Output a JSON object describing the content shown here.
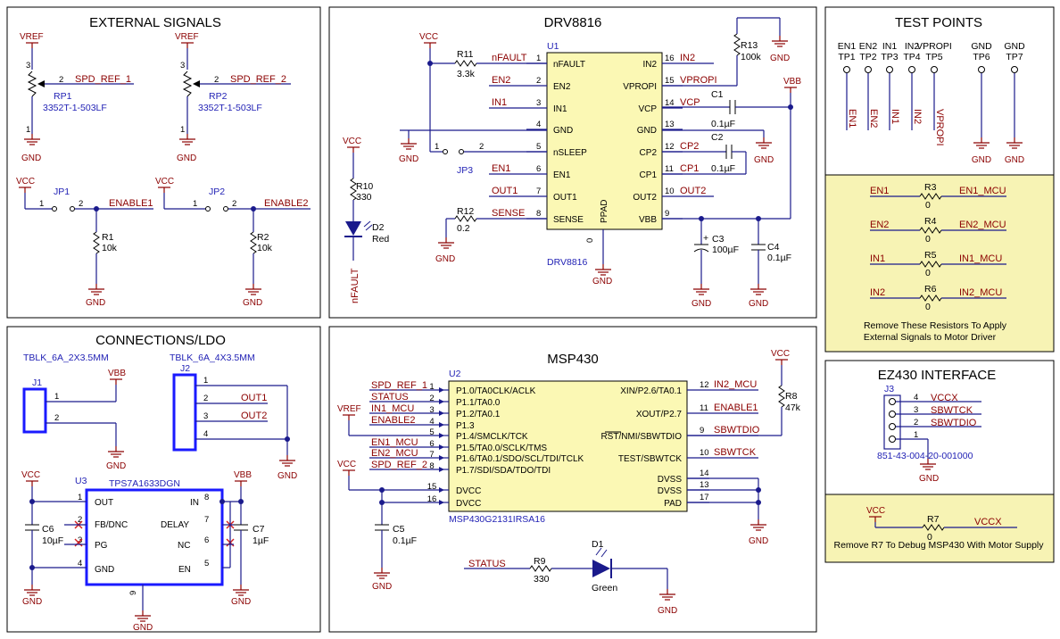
{
  "panels": {
    "external_signals": "EXTERNAL SIGNALS",
    "drv8816": "DRV8816",
    "test_points": "TEST POINTS",
    "connections_ldo": "CONNECTIONS/LDO",
    "msp430": "MSP430",
    "ez430_interface": "EZ430 INTERFACE"
  },
  "rails": {
    "vref": "VREF",
    "vcc": "VCC",
    "vbb": "VBB",
    "gnd": "GND"
  },
  "external_signals": {
    "rp1": {
      "ref": "RP1",
      "part": "3352T-1-503LF",
      "net": "SPD_REF_1",
      "pin_top": "3",
      "pin_wiper": "2",
      "pin_bottom": "1"
    },
    "rp2": {
      "ref": "RP2",
      "part": "3352T-1-503LF",
      "net": "SPD_REF_2",
      "pin_top": "3",
      "pin_wiper": "2",
      "pin_bottom": "1"
    },
    "jp1": {
      "ref": "JP1",
      "net": "ENABLE1",
      "pin1": "1",
      "pin2": "2"
    },
    "jp2": {
      "ref": "JP2",
      "net": "ENABLE2",
      "pin1": "1",
      "pin2": "2"
    },
    "r1": {
      "ref": "R1",
      "value": "10k"
    },
    "r2": {
      "ref": "R2",
      "value": "10k"
    }
  },
  "drv8816": {
    "ref": "U1",
    "part": "DRV8816",
    "pad_label": "PPAD",
    "pad_pin": "0",
    "left_pins": [
      {
        "num": "1",
        "name": "nFAULT",
        "net": "nFAULT"
      },
      {
        "num": "2",
        "name": "EN2",
        "net": "EN2"
      },
      {
        "num": "3",
        "name": "IN1",
        "net": "IN1"
      },
      {
        "num": "4",
        "name": "GND",
        "net": ""
      },
      {
        "num": "5",
        "name": "nSLEEP",
        "net": ""
      },
      {
        "num": "6",
        "name": "EN1",
        "net": "EN1"
      },
      {
        "num": "7",
        "name": "OUT1",
        "net": "OUT1"
      },
      {
        "num": "8",
        "name": "SENSE",
        "net": "SENSE"
      }
    ],
    "right_pins": [
      {
        "num": "16",
        "name": "IN2",
        "net": "IN2"
      },
      {
        "num": "15",
        "name": "VPROPI",
        "net": "VPROPI"
      },
      {
        "num": "14",
        "name": "VCP",
        "net": "VCP"
      },
      {
        "num": "13",
        "name": "GND",
        "net": ""
      },
      {
        "num": "12",
        "name": "CP2",
        "net": "CP2"
      },
      {
        "num": "11",
        "name": "CP1",
        "net": "CP1"
      },
      {
        "num": "10",
        "name": "OUT2",
        "net": "OUT2"
      },
      {
        "num": "9",
        "name": "VBB",
        "net": ""
      }
    ],
    "r11": {
      "ref": "R11",
      "value": "3.3k"
    },
    "r12": {
      "ref": "R12",
      "value": "0.2"
    },
    "r13": {
      "ref": "R13",
      "value": "100k"
    },
    "r10": {
      "ref": "R10",
      "value": "330"
    },
    "d2": {
      "ref": "D2",
      "value": "Red",
      "net": "nFAULT"
    },
    "jp3": {
      "ref": "JP3",
      "pin1": "1",
      "pin2": "2"
    },
    "c1": {
      "ref": "C1",
      "value": "0.1µF"
    },
    "c2": {
      "ref": "C2",
      "value": "0.1µF"
    },
    "c3": {
      "ref": "C3",
      "value": "100µF",
      "polarity": "+"
    },
    "c4": {
      "ref": "C4",
      "value": "0.1µF"
    }
  },
  "test_points": {
    "items": [
      {
        "ref": "TP1",
        "label": "EN1",
        "net": "EN1"
      },
      {
        "ref": "TP2",
        "label": "EN2",
        "net": "EN2"
      },
      {
        "ref": "TP3",
        "label": "IN1",
        "net": "IN1"
      },
      {
        "ref": "TP4",
        "label": "IN2",
        "net": "IN2"
      },
      {
        "ref": "TP5",
        "label": "VPROPI",
        "net": "VPROPI"
      },
      {
        "ref": "TP6",
        "label": "GND",
        "net": "GND"
      },
      {
        "ref": "TP7",
        "label": "GND",
        "net": "GND"
      }
    ],
    "resistors": [
      {
        "ref": "R3",
        "value": "0",
        "left": "EN1",
        "right": "EN1_MCU"
      },
      {
        "ref": "R4",
        "value": "0",
        "left": "EN2",
        "right": "EN2_MCU"
      },
      {
        "ref": "R5",
        "value": "0",
        "left": "IN1",
        "right": "IN1_MCU"
      },
      {
        "ref": "R6",
        "value": "0",
        "left": "IN2",
        "right": "IN2_MCU"
      }
    ],
    "note_line1": "Remove These Resistors To Apply",
    "note_line2": "External Signals to Motor Driver"
  },
  "connections": {
    "j1": {
      "ref": "J1",
      "part": "TBLK_6A_2X3.5MM",
      "pin1": "1",
      "pin2": "2"
    },
    "j2": {
      "ref": "J2",
      "part": "TBLK_6A_4X3.5MM",
      "pins": [
        "1",
        "2",
        "3",
        "4"
      ],
      "nets": [
        "OUT1",
        "OUT2"
      ]
    },
    "u3": {
      "ref": "U3",
      "part": "TPS7A1633DGN",
      "pins": [
        {
          "num": "1",
          "name": "OUT"
        },
        {
          "num": "2",
          "name": "FB/DNC"
        },
        {
          "num": "3",
          "name": "PG"
        },
        {
          "num": "4",
          "name": "GND"
        },
        {
          "num": "8",
          "name": "IN"
        },
        {
          "num": "7",
          "name": "DELAY"
        },
        {
          "num": "6",
          "name": "NC"
        },
        {
          "num": "5",
          "name": "EN"
        },
        {
          "num": "9",
          "name": ""
        }
      ]
    },
    "c6": {
      "ref": "C6",
      "value": "10µF"
    },
    "c7": {
      "ref": "C7",
      "value": "1µF"
    }
  },
  "msp430": {
    "ref": "U2",
    "part": "MSP430G2131IRSA16",
    "left_pins": [
      {
        "num": "1",
        "name": "P1.0/TA0CLK/ACLK",
        "net": "SPD_REF_1"
      },
      {
        "num": "2",
        "name": "P1.1/TA0.0",
        "net": "STATUS"
      },
      {
        "num": "3",
        "name": "P1.2/TA0.1",
        "net": "IN1_MCU"
      },
      {
        "num": "4",
        "name": "P1.3",
        "net": "ENABLE2"
      },
      {
        "num": "5",
        "name": "P1.4/SMCLK/TCK",
        "net": ""
      },
      {
        "num": "6",
        "name": "P1.5/TA0.0/SCLK/TMS",
        "net": "EN1_MCU"
      },
      {
        "num": "7",
        "name": "P1.6/TA0.1/SDO/SCL/TDI/TCLK",
        "net": "EN2_MCU"
      },
      {
        "num": "8",
        "name": "P1.7/SDI/SDA/TDO/TDI",
        "net": "SPD_REF_2"
      },
      {
        "num": "15",
        "name": "DVCC",
        "net": ""
      },
      {
        "num": "16",
        "name": "DVCC",
        "net": ""
      }
    ],
    "right_pins": [
      {
        "num": "12",
        "name": "XIN/P2.6/TA0.1",
        "net": "IN2_MCU"
      },
      {
        "num": "11",
        "name": "XOUT/P2.7",
        "net": "ENABLE1"
      },
      {
        "num": "9",
        "name": "RST/NMI/SBWTDIO",
        "net": "SBWTDIO"
      },
      {
        "num": "10",
        "name": "TEST/SBWTCK",
        "net": "SBWTCK"
      },
      {
        "num": "14",
        "name": "DVSS",
        "net": ""
      },
      {
        "num": "13",
        "name": "DVSS",
        "net": ""
      },
      {
        "num": "17",
        "name": "PAD",
        "net": ""
      }
    ],
    "r8": {
      "ref": "R8",
      "value": "47k"
    },
    "c5": {
      "ref": "C5",
      "value": "0.1µF"
    },
    "r9": {
      "ref": "R9",
      "value": "330",
      "net": "STATUS"
    },
    "d1": {
      "ref": "D1",
      "value": "Green"
    }
  },
  "ez430": {
    "j3": {
      "ref": "J3",
      "part": "851-43-004-20-001000"
    },
    "pins": [
      {
        "num": "4",
        "net": "VCCX"
      },
      {
        "num": "3",
        "net": "SBWTCK"
      },
      {
        "num": "2",
        "net": "SBWTDIO"
      },
      {
        "num": "1",
        "net": ""
      }
    ],
    "r7": {
      "ref": "R7",
      "value": "0",
      "net": "VCCX"
    },
    "note": "Remove R7 To Debug MSP430 With Motor Supply"
  },
  "colors": {
    "wire": "#1a1a8c",
    "net": "#8b0000",
    "chip_fill": "#fbf8b4",
    "note_fill": "#f7f3b4",
    "part_blue": "#1f1fb4"
  }
}
